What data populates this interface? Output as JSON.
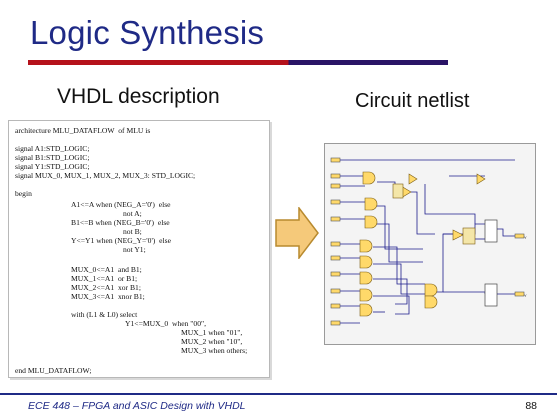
{
  "slide": {
    "title": "Logic Synthesis",
    "left_heading": "VHDL description",
    "right_heading": "Circuit netlist",
    "footer": "ECE 448 – FPGA and ASIC Design with VHDL",
    "page_number": "88",
    "colors": {
      "title": "#1f2a86",
      "rule_red": "#b5121b",
      "rule_dark": "#2a1466",
      "arrow_fill": "#f5c97a",
      "wire": "#1c1c8c",
      "gate_fill": "#ffd96a"
    }
  },
  "code": {
    "lines": [
      "architecture MLU_DATAFLOW  of MLU is",
      "",
      "signal A1:STD_LOGIC;",
      "signal B1:STD_LOGIC;",
      "signal Y1:STD_LOGIC;",
      "signal MUX_0, MUX_1, MUX_2, MUX_3: STD_LOGIC;",
      "",
      "begin",
      "A1<=A when (NEG_A='0')  else",
      "not A;",
      "B1<=B when (NEG_B='0')  else",
      "not B;",
      "Y<=Y1 when (NEG_Y='0')  else",
      "not Y1;",
      "",
      "MUX_0<=A1  and B1;",
      "MUX_1<=A1  or B1;",
      "MUX_2<=A1  xor B1;",
      "MUX_3<=A1  xnor B1;",
      "",
      "with (L1 & L0) select",
      "Y1<=MUX_0  when \"00\",",
      "MUX_1 when \"01\",",
      "MUX_2 when \"10\",",
      "MUX_3 when others;",
      "",
      "end MLU_DATAFLOW;"
    ]
  },
  "netlist": {
    "port_labels": [
      "Y",
      "Y"
    ]
  }
}
